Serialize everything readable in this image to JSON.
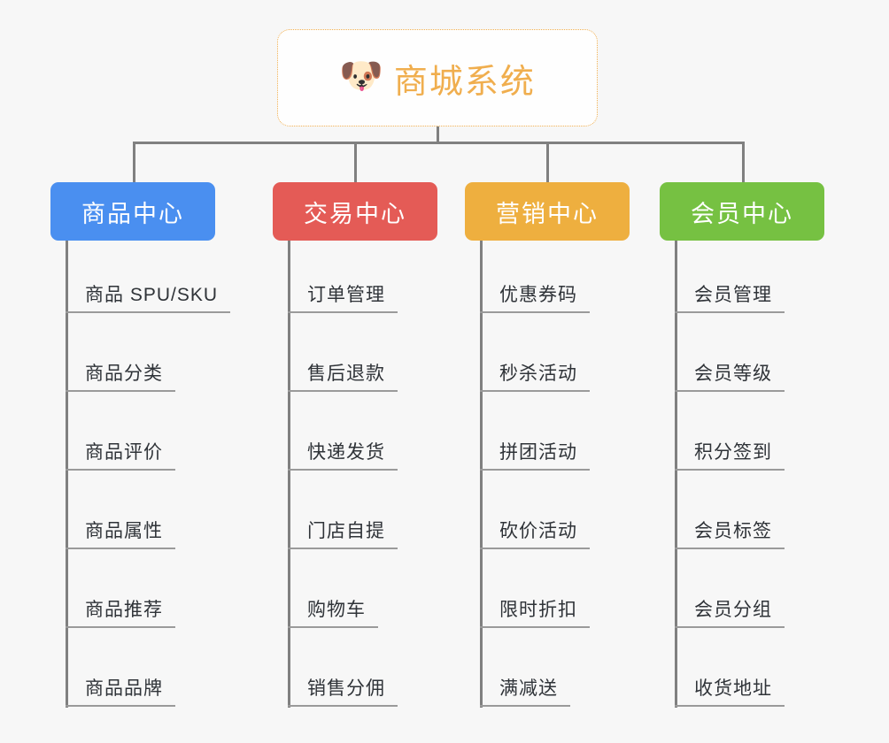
{
  "page": {
    "background_color": "#f7f7f7",
    "line_color": "#808080",
    "leaf_text_color": "#2f3338",
    "leaf_rule_color": "#9a9a9a"
  },
  "root": {
    "icon": "dog-face-icon",
    "icon_glyph": "🐶",
    "title": "商城系统",
    "accent_color": "#f0ae4e",
    "border_style": "dotted",
    "background_color": "#fefefe"
  },
  "columns": [
    {
      "id": "product-center",
      "title": "商品中心",
      "color": "#4a8ff0",
      "items": [
        "商品 SPU/SKU",
        "商品分类",
        "商品评价",
        "商品属性",
        "商品推荐",
        "商品品牌"
      ]
    },
    {
      "id": "trade-center",
      "title": "交易中心",
      "color": "#e45b56",
      "items": [
        "订单管理",
        "售后退款",
        "快递发货",
        "门店自提",
        "购物车",
        "销售分佣"
      ]
    },
    {
      "id": "marketing-center",
      "title": "营销中心",
      "color": "#eeaf3f",
      "items": [
        "优惠券码",
        "秒杀活动",
        "拼团活动",
        "砍价活动",
        "限时折扣",
        "满减送"
      ]
    },
    {
      "id": "member-center",
      "title": "会员中心",
      "color": "#76c142",
      "items": [
        "会员管理",
        "会员等级",
        "积分签到",
        "会员标签",
        "会员分组",
        "收货地址"
      ]
    }
  ]
}
